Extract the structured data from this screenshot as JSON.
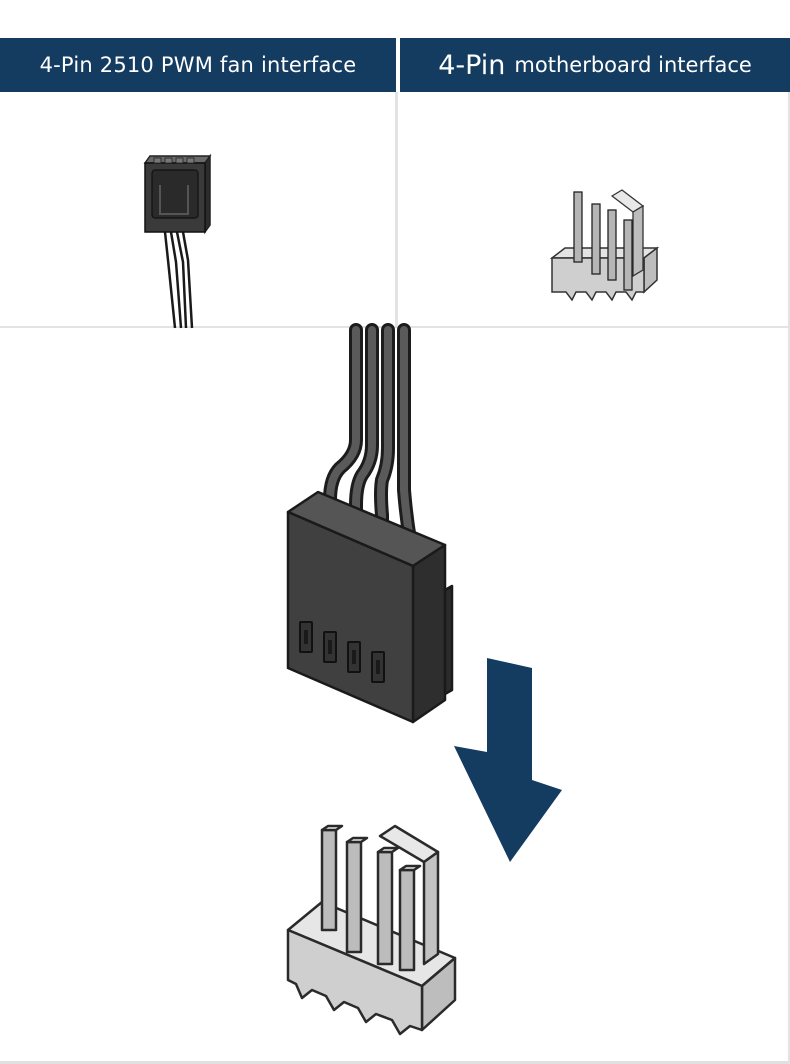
{
  "header": {
    "left_title": "4-Pin 2510 PWM fan interface",
    "right_title_prefix": "4-Pin",
    "right_title_suffix": "motherboard interface"
  },
  "colors": {
    "header_bg": "#143b60",
    "header_text": "#ffffff",
    "arrow": "#143b60",
    "connector_body": "#404040",
    "header_base": "#cfcfcf",
    "panel_border": "#e3e3e3"
  },
  "icons": {
    "fan_connector": "fan-4pin-female-connector-icon",
    "motherboard_header": "motherboard-4pin-header-icon",
    "insert_arrow": "down-arrow-icon"
  }
}
